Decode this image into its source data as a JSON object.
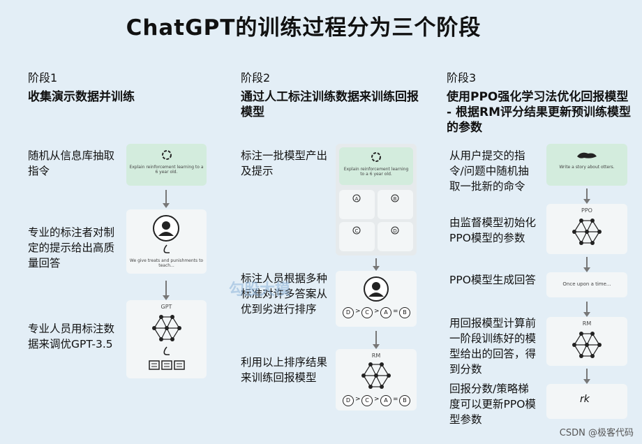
{
  "title": "ChatGPT的训练过程分为三个阶段",
  "stages": [
    {
      "label": "阶段1",
      "heading": "收集演示数据并训练",
      "steps": [
        "随机从信息库抽取指令",
        "专业的标注者对制定的提示给出高质量回答",
        "专业人员用标注数据来调优GPT-3.5"
      ],
      "card_prompt": "Explain reinforcement learning to a 6 year old.",
      "card_answer": "We give treats and punishments to teach...",
      "model_label": "GPT"
    },
    {
      "label": "阶段2",
      "heading": "通过人工标注训练数据来训练回报模型",
      "steps": [
        "标注一批模型产出及提示",
        "标注人员根据多种标准对许多答案从优到劣进行排序",
        "利用以上排序结果来训练回报模型"
      ],
      "card_prompt": "Explain reinforcement learning to a 6 year old.",
      "rank_letters": [
        "D",
        "C",
        "A",
        "B"
      ],
      "model_label": "RM"
    },
    {
      "label": "阶段3",
      "heading": "使用PPO强化学习法优化回报模型 - 根据RM评分结果更新预训练模型的参数",
      "steps": [
        "从用户提交的指令/问题中随机抽取一批新的命令",
        "由监督模型初始化PPO模型的参数",
        "PPO模型生成回答",
        "用回报模型计算前一阶段训练好的模型给出的回答，得到分数",
        "回报分数/策略梯度可以更新PPO模型参数"
      ],
      "card_prompt": "Write a story about otters.",
      "ppo_label": "PPO",
      "ppo_output": "Once upon a time...",
      "model_label": "RM",
      "reward_label": "rk"
    }
  ],
  "watermark": "勾股大模",
  "footer": "CSDN @极客代码",
  "colors": {
    "background": "#e3eef6",
    "green_card": "#d3ecdd",
    "card": "#f3f6f7"
  }
}
